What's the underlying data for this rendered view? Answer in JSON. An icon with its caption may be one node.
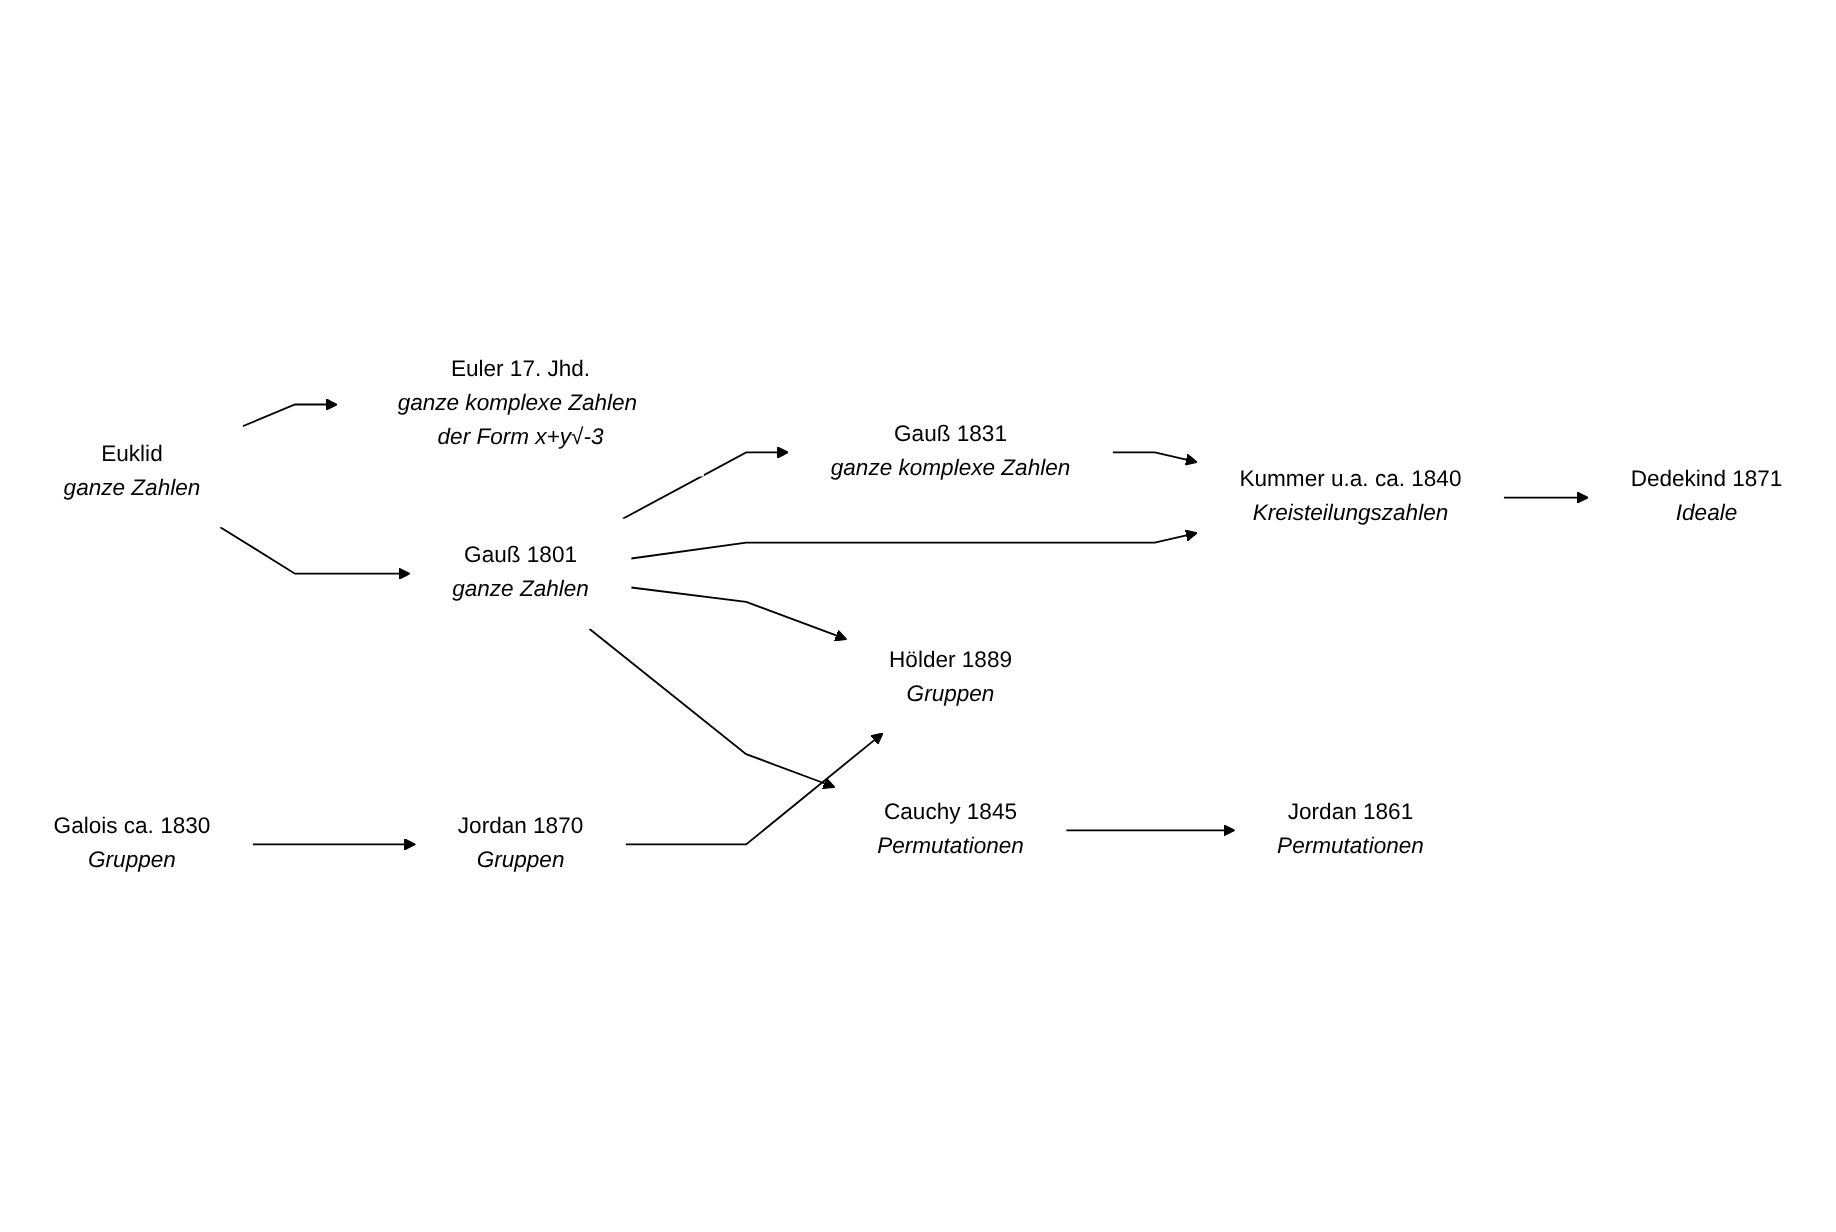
{
  "diagram": {
    "nodes": [
      {
        "text": [
          "Euklid",
          "ganze Zahlen"
        ]
      },
      {
        "text": [
          "Euler 17. Jhd.",
          "ganze komplexe Zahlen der Form x+y√-3"
        ]
      },
      {
        "text": [
          "Gauß 1801",
          "ganze Zahlen"
        ]
      },
      {
        "text": [
          "Gauß 1831",
          "ganze komplexe Zahlen"
        ]
      },
      {
        "text": [
          "Kummer u.a. ca. 1840",
          "Kreisteilungszahlen"
        ]
      },
      {
        "text": [
          "Dedekind 1871",
          "Ideale"
        ]
      },
      {
        "text": [
          "Hölder 1889",
          "Gruppen"
        ]
      },
      {
        "text": [
          "Galois ca. 1830",
          "Gruppen"
        ]
      },
      {
        "text": [
          "Jordan 1870",
          "Gruppen"
        ]
      },
      {
        "text": [
          "Cauchy 1845",
          "Permutationen"
        ]
      },
      {
        "text": [
          "Jordan 1861",
          "Permutationen"
        ]
      }
    ],
    "edges": [
      {
        "from": 0,
        "to": 1,
        "arrow": "to"
      },
      {
        "from": 0,
        "to": 2,
        "arrow": "to"
      },
      {
        "from": 2,
        "to": 3,
        "arrow": "to"
      },
      {
        "from": 3,
        "to": 4,
        "arrow": "to"
      },
      {
        "from": 2,
        "to": 4,
        "arrow": "to"
      },
      {
        "from": 4,
        "to": 5,
        "arrow": "to"
      },
      {
        "from": 2,
        "to": 6,
        "arrow": "to"
      },
      {
        "from": 7,
        "to": 8,
        "arrow": "to"
      },
      {
        "from": 8,
        "to": 6,
        "arrow": "to"
      },
      {
        "from": 2,
        "to": 9,
        "arrow": "to"
      },
      {
        "from": 9,
        "to": 10,
        "arrow": "to"
      }
    ]
  }
}
